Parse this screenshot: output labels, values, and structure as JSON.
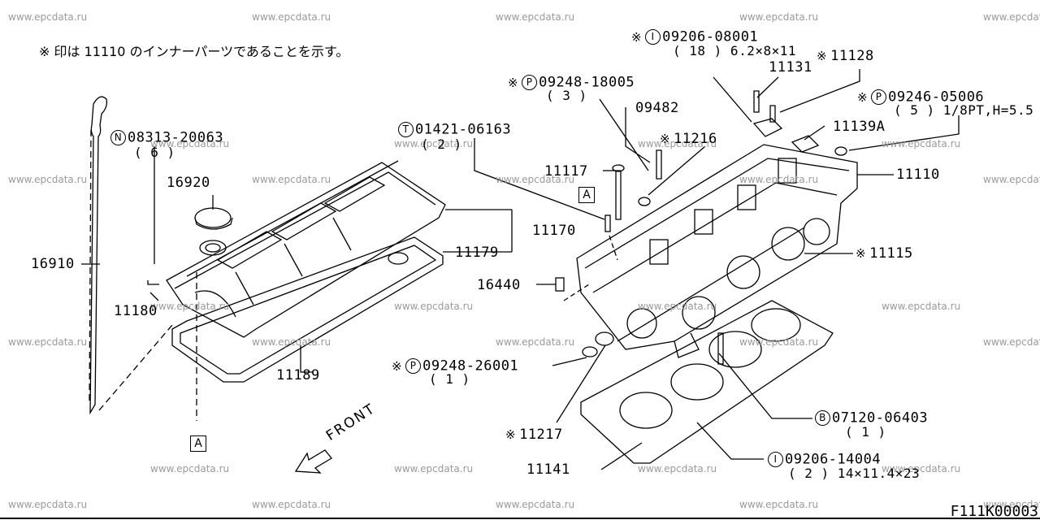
{
  "note": "※ 印は 11110 のインナーパーツであることを示す。",
  "watermark": "www.epcdata.ru",
  "footer_code": "F111K00003",
  "front_label": "FRONT",
  "ref_box": "A",
  "parts": {
    "p16910": "16910",
    "p16920": "16920",
    "p11180": "11180",
    "p11189": "11189",
    "p11170": "11170",
    "p11179": "11179",
    "p16440": "16440",
    "p11117": "11117",
    "p09482": "09482",
    "p11216": "11216",
    "p11131": "11131",
    "p11128": "11128",
    "p11139a": "11139A",
    "p11110": "11110",
    "p11115": "11115",
    "p11217": "11217",
    "p11141": "11141"
  },
  "coded": {
    "n08313": {
      "letter": "N",
      "code": "08313-20063",
      "qty": "( 6 )"
    },
    "t01421": {
      "letter": "T",
      "code": "01421-06163",
      "qty": "( 2 )"
    },
    "p09248a": {
      "letter": "P",
      "code": "09248-18005",
      "qty": "( 3 )"
    },
    "i09206a": {
      "letter": "I",
      "code": "09206-08001",
      "qty": "( 18 ) 6.2×8×11"
    },
    "p09246": {
      "letter": "P",
      "code": "09246-05006",
      "qty": "( 5 ) 1/8PT,H=5.5"
    },
    "p09248b": {
      "letter": "P",
      "code": "09248-26001",
      "qty": "( 1 )"
    },
    "b07120": {
      "letter": "B",
      "code": "07120-06403",
      "qty": "( 1 )"
    },
    "i09206b": {
      "letter": "I",
      "code": "09206-14004",
      "qty": "( 2 ) 14×11.4×23"
    }
  },
  "marker": "※"
}
